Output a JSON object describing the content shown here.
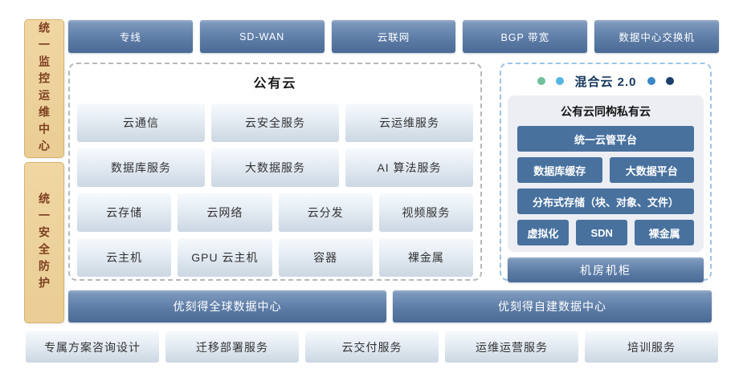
{
  "sidebar": {
    "items": [
      {
        "label": "统一监控运维中心"
      },
      {
        "label": "统一安全防护"
      }
    ]
  },
  "network_row": {
    "items": [
      "专线",
      "SD-WAN",
      "云联网",
      "BGP 带宽",
      "数据中心交换机"
    ]
  },
  "public_cloud": {
    "title": "公有云",
    "rows": [
      [
        "云通信",
        "云安全服务",
        "云运维服务"
      ],
      [
        "数据库服务",
        "大数据服务",
        "AI 算法服务"
      ],
      [
        "云存储",
        "云网络",
        "云分发",
        "视频服务"
      ],
      [
        "云主机",
        "GPU 云主机",
        "容器",
        "裸金属"
      ]
    ]
  },
  "hybrid_cloud": {
    "title": "混合云 2.0",
    "panel_title": "公有云同构私有云",
    "unified_platform": "统一云管平台",
    "row_db": [
      "数据库缓存",
      "大数据平台"
    ],
    "distributed_storage": "分布式存储（块、对象、文件）",
    "row_infra": [
      "虚拟化",
      "SDN",
      "裸金属"
    ],
    "rack": "机房机柜"
  },
  "datacenters": {
    "global": "优刻得全球数据中心",
    "self_built": "优刻得自建数据中心"
  },
  "services": [
    "专属方案咨询设计",
    "迁移部署服务",
    "云交付服务",
    "运维运营服务",
    "培训服务"
  ],
  "colors": {
    "dark_bar_gradient_top": "#7b97bb",
    "dark_bar_gradient_bottom": "#4a6b95",
    "dark_box": "#48719e",
    "light_box_top": "#f7fafd",
    "light_box_bottom": "#ccd7e3",
    "panel_bg": "#eceef3",
    "public_cloud_border": "#b5b8ba",
    "hybrid_border": "#9dc3e6",
    "pillar_fill": "#ecd199",
    "pillar_border": "#d8b26e",
    "pillar_text": "#7d3f21",
    "hybrid_title_text": "#17385e",
    "dots": [
      "#71bf9c",
      "#55b5e3",
      "#3c87c8",
      "#1d3f6b"
    ]
  }
}
